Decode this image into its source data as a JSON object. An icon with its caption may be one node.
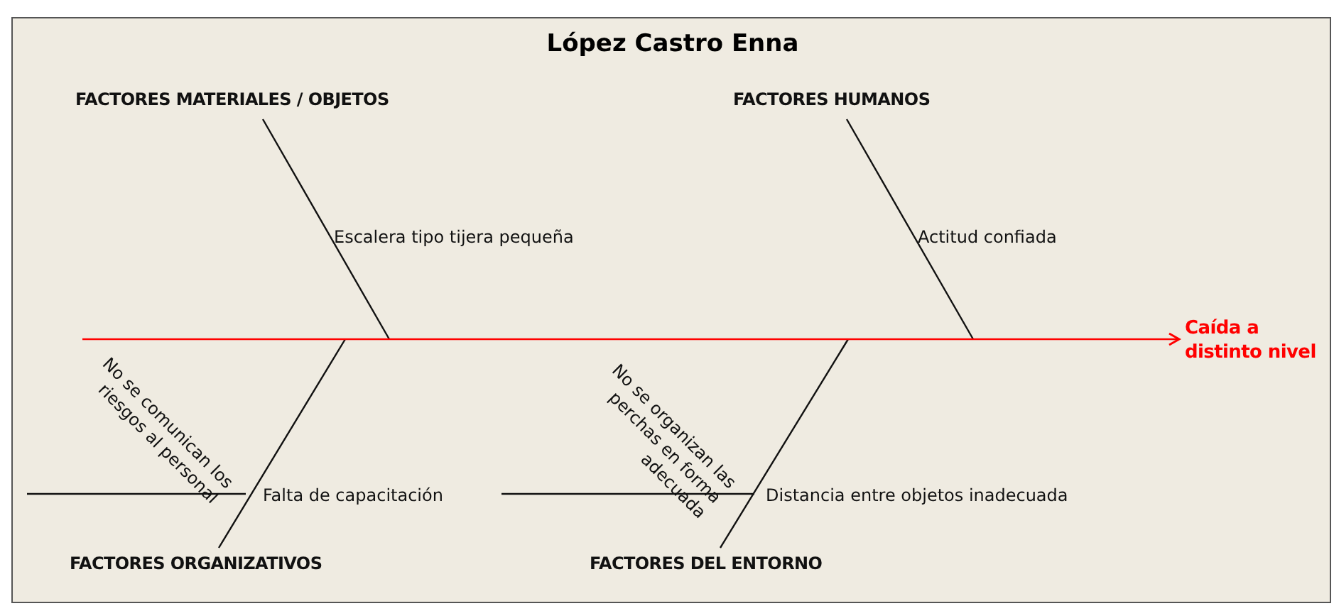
{
  "diagram": {
    "title": "López Castro Enna",
    "nodes": [
      {
        "text": [
          "FACTORES MATERIALES / OBJETOS"
        ]
      },
      {
        "text": [
          "FACTORES HUMANOS"
        ]
      },
      {
        "text": [
          "FACTORES ORGANIZATIVOS"
        ]
      },
      {
        "text": [
          "FACTORES DEL ENTORNO"
        ]
      },
      {
        "text": [
          "Caída a distinto nivel"
        ]
      }
    ],
    "edges": [
      {
        "from": 0,
        "to": null,
        "arrow": "none"
      },
      {
        "from": 1,
        "to": null,
        "arrow": "none"
      },
      {
        "from": 2,
        "to": null,
        "arrow": "none"
      },
      {
        "from": 3,
        "to": null,
        "arrow": "none"
      },
      {
        "from": null,
        "to": 4,
        "arrow": "to",
        "color": "#ff0000"
      }
    ],
    "labels": [
      "Escalera tipo tijera pequeña",
      "Actitud confiada",
      "No se comunican los riesgos al personal",
      "Falta de capacitación",
      "No se organizan las perchas en forma adecuada",
      "Distancia entre objetos inadecuada"
    ]
  }
}
